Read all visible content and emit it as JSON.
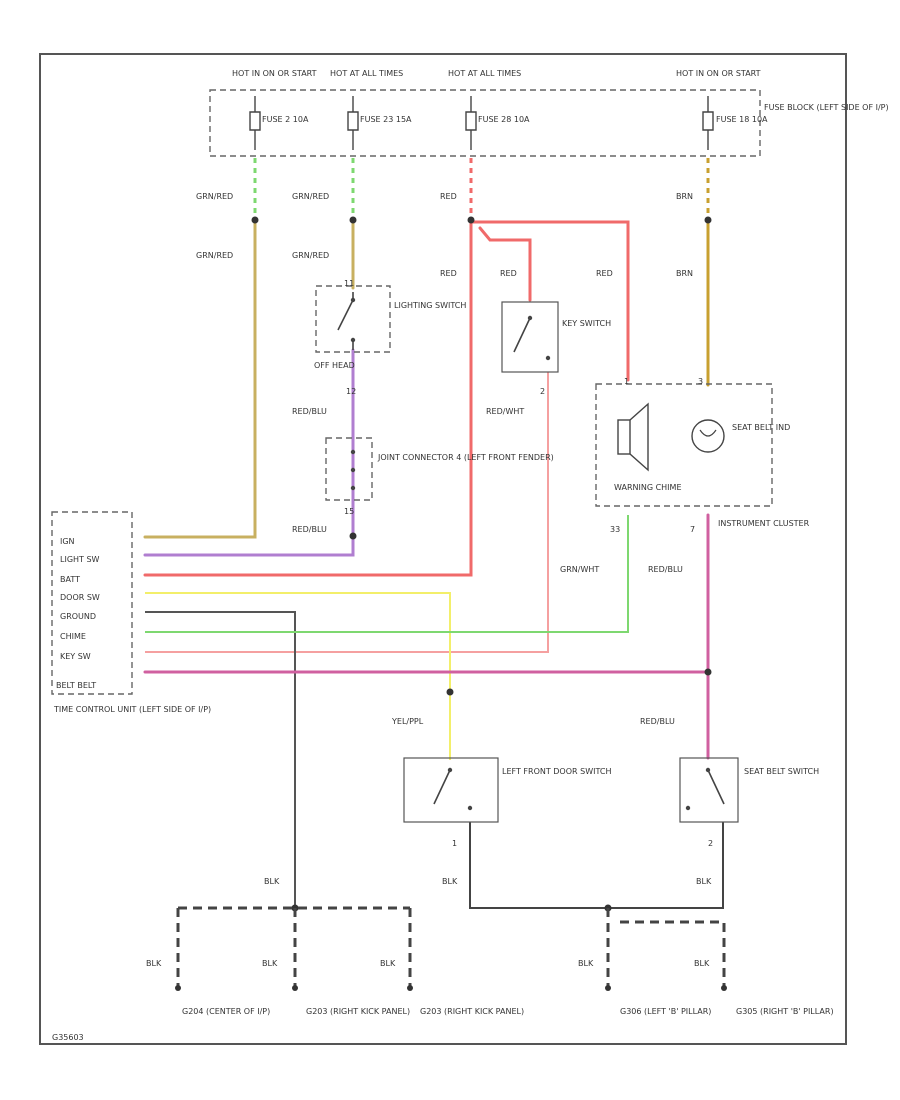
{
  "diagram_number": "G35603",
  "fuses": [
    {
      "feed": "HOT IN ON OR START",
      "label": "FUSE 2 10A"
    },
    {
      "feed": "HOT AT ALL TIMES",
      "label": "FUSE 23 15A"
    },
    {
      "feed": "HOT AT ALL TIMES",
      "label": "FUSE 28 10A"
    },
    {
      "feed": "HOT IN ON OR START",
      "label": "FUSE 18 10A"
    }
  ],
  "fuse_block_label": "FUSE BLOCK (LEFT SIDE OF I/P)",
  "wire_labels": {
    "grn_red": "GRN/RED",
    "red": "RED",
    "brn": "BRN",
    "red_blu": "RED/BLU",
    "red_wht": "RED/WHT",
    "grn_wht": "GRN/WHT",
    "yel_ppl": "YEL/PPL",
    "blk": "BLK"
  },
  "components": {
    "lighting_switch": "LIGHTING SWITCH",
    "lighting_positions": "OFF  HEAD",
    "key_switch": "KEY SWITCH",
    "joint_connector": "JOINT CONNECTOR 4 (LEFT FRONT FENDER)",
    "warning_chime": "WARNING CHIME",
    "seat_belt_ind": "SEAT BELT IND",
    "instrument_cluster": "INSTRUMENT CLUSTER",
    "door_switch": "LEFT FRONT DOOR SWITCH",
    "seat_belt_switch": "SEAT BELT SWITCH",
    "time_control_unit": "TIME CONTROL UNIT (LEFT SIDE OF I/P)"
  },
  "tcu_pins": [
    "IGN",
    "LIGHT SW",
    "BATT",
    "DOOR SW",
    "GROUND",
    "CHIME",
    "KEY SW",
    "BELT BELT"
  ],
  "pin_numbers": {
    "ls_top": "11",
    "ls_bottom": "12",
    "key_bottom": "2",
    "jc_bottom": "15",
    "chime_top": "1",
    "chime_bottom": "33",
    "belt_top": "3",
    "belt_bottom": "7",
    "door_bottom": "1",
    "belt_sw_bottom": "2"
  },
  "grounds": [
    "G204 (CENTER OF I/P)",
    "G203 (RIGHT KICK PANEL)",
    "G203 (RIGHT KICK PANEL)",
    "G306 (LEFT 'B' PILLAR)",
    "G305 (RIGHT 'B' PILLAR)"
  ],
  "colors": {
    "grn_red": "#c8b060",
    "red": "#f06a6a",
    "brn": "#c8a030",
    "red_blu": "#b07ed0",
    "pink_red": "#d060a0",
    "red_wht": "#f5a0a0",
    "grn_wht": "#7ed870",
    "yel_ppl": "#f3ef6a",
    "blk": "#444444"
  }
}
